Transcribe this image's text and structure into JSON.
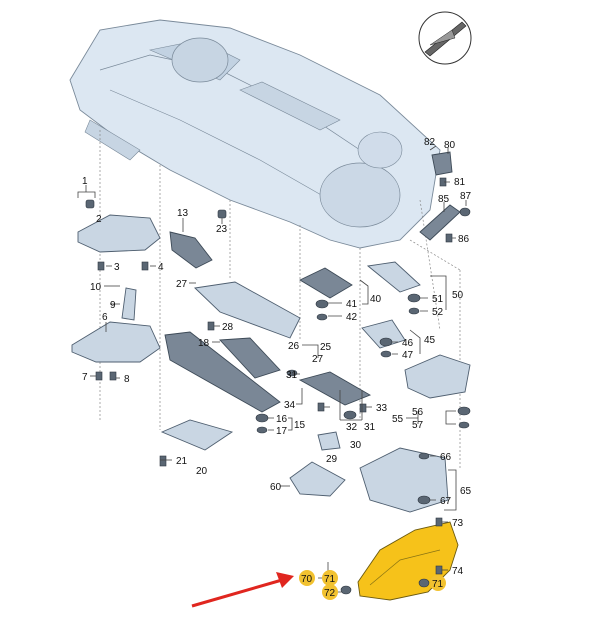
{
  "diagram": {
    "labels": {
      "l1": "1",
      "l2": "2",
      "l3": "3",
      "l4": "4",
      "l6": "6",
      "l7": "7",
      "l8": "8",
      "l9": "9",
      "l10": "10",
      "l13": "13",
      "l15": "15",
      "l16": "16",
      "l17": "17",
      "l18": "18",
      "l20": "20",
      "l21": "21",
      "l23": "23",
      "l25": "25",
      "l26": "26",
      "l27a": "27",
      "l27b": "27",
      "l28": "28",
      "l29": "29",
      "l30": "30",
      "l31a": "31",
      "l31b": "31",
      "l32": "32",
      "l33": "33",
      "l34": "34",
      "l40": "40",
      "l41": "41",
      "l42": "42",
      "l45": "45",
      "l46": "46",
      "l47": "47",
      "l50": "50",
      "l51": "51",
      "l52": "52",
      "l55": "55",
      "l56": "56",
      "l57": "57",
      "l60": "60",
      "l65": "65",
      "l66": "66",
      "l67": "67",
      "l70": "70",
      "l71a": "71",
      "l71b": "71",
      "l72": "72",
      "l73": "73",
      "l74": "74",
      "l80": "80",
      "l81": "81",
      "l82": "82",
      "l85": "85",
      "l86": "86",
      "l87": "87"
    },
    "highlight_color": "#f2c230",
    "arrow_color": "#e0261f"
  }
}
